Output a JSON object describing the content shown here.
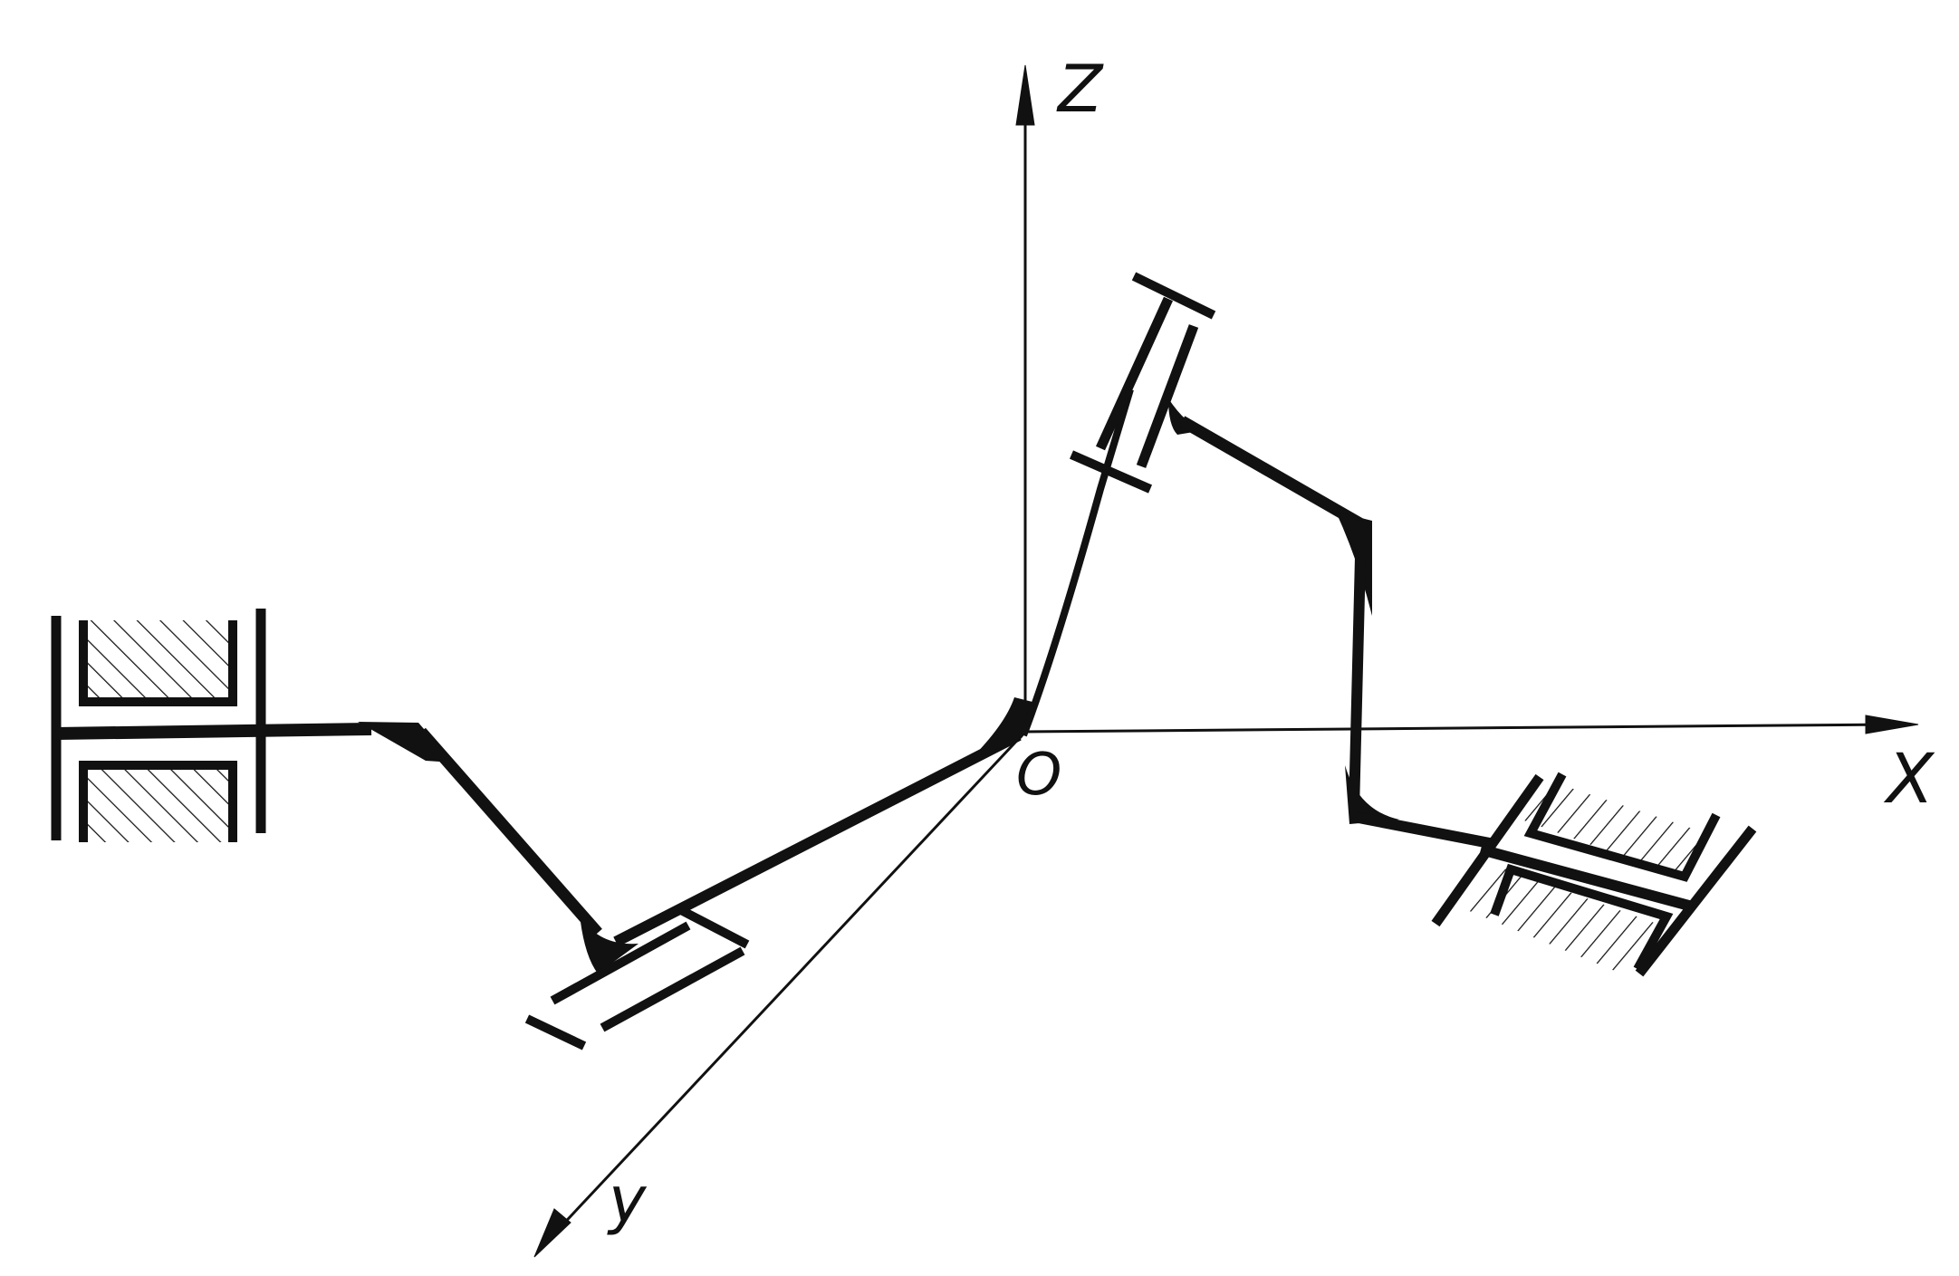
{
  "axes": {
    "z_label": "Z",
    "x_label": "X",
    "y_label": "y",
    "origin_label": "O"
  },
  "colors": {
    "ink": "#111111",
    "paper": "#ffffff"
  }
}
